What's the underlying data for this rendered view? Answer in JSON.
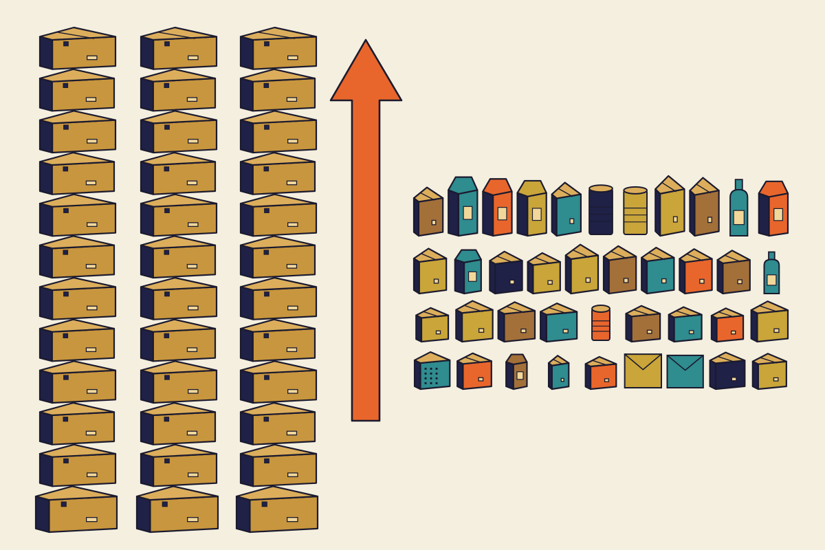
{
  "colors": {
    "background": "#f4efdf",
    "outline": "#1b1a2e",
    "navy": "#1f2147",
    "cardboard": "#c8963e",
    "cardboard_light": "#dcae5c",
    "orange": "#e8662c",
    "teal": "#2f8c8f",
    "mustard": "#c9a53a",
    "brown": "#a3703a",
    "label": "#f1d79a"
  },
  "stacks": {
    "columns": 3,
    "boxes_per_column": 12,
    "box_icon": "cardboard-box-icon"
  },
  "arrow": {
    "direction": "up",
    "icon": "up-arrow-icon"
  },
  "packages": {
    "rows": [
      [
        "shipping-box",
        "milk-carton",
        "juice-carton",
        "gable-carton",
        "open-basket",
        "oil-can",
        "tall-can",
        "carton-box",
        "tall-carton",
        "bottle-jug",
        "milk-carton"
      ],
      [
        "shipping-box",
        "milk-carton",
        "small-box",
        "tall-pack",
        "cereal-box",
        "produce-crate",
        "cereal-box",
        "small-box",
        "spice-box",
        "bottle"
      ],
      [
        "shipping-box",
        "flat-box",
        "long-box",
        "shipping-box",
        "can",
        "shipping-box",
        "flat-box",
        "small-box",
        "shipping-box"
      ],
      [
        "patterned-box",
        "shipping-box",
        "milk-carton",
        "carton-box",
        "shipping-box",
        "mailer-envelope",
        "pouch",
        "flat-pack",
        "small-box"
      ]
    ]
  }
}
